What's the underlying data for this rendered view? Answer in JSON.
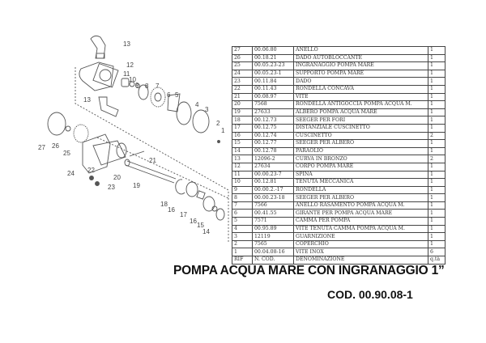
{
  "table": {
    "header": [
      "RIF",
      "N. COD.",
      "DENOMINAZIONE",
      "q.tà"
    ],
    "rows": [
      [
        "27",
        "00.06.80",
        "ANELLO",
        "1"
      ],
      [
        "26",
        "00.18.21",
        "DADO AUTOBLOCCANTE",
        "1"
      ],
      [
        "25",
        "00.05.23-23",
        "INGRANAGGIO POMPA MARE",
        "1"
      ],
      [
        "24",
        "00.05.23-1",
        "SUPPORTO POMPA MARE",
        "1"
      ],
      [
        "23",
        "00.11.84",
        "DADO",
        "1"
      ],
      [
        "22",
        "00.11.43",
        "RONDELLA CONCAVA",
        "1"
      ],
      [
        "21",
        "00.08.97",
        "VITE",
        "1"
      ],
      [
        "20",
        "7568",
        "RONDELLA ANTIGOCCIA POMPA ACQUA M.",
        "1"
      ],
      [
        "19",
        "27633",
        "ALBERO POMPA ACQUA MARE",
        "1"
      ],
      [
        "18",
        "00.12.73",
        "SEEGER PER FORI",
        "1"
      ],
      [
        "17",
        "00.12.75",
        "DISTANZIALE CUSCINETTO",
        "1"
      ],
      [
        "16",
        "00.12.74",
        "CUSCINETTO",
        "2"
      ],
      [
        "15",
        "00.12.77",
        "SEEGER PER ALBERO",
        "1"
      ],
      [
        "14",
        "00.12.78",
        "PARAOLIO",
        "1"
      ],
      [
        "13",
        "12096-2",
        "CURVA IN BRONZO",
        "2"
      ],
      [
        "12",
        "27634",
        "CORPO POMPA MARE",
        "1"
      ],
      [
        "11",
        "00.00.23-7",
        "SPINA",
        "1"
      ],
      [
        "10",
        "00.12.81",
        "TENUTA MECCANICA",
        "1"
      ],
      [
        "9",
        "00.00.2.-17",
        "RONDELLA",
        "1"
      ],
      [
        "8",
        "00.00.23-18",
        "SEEGER PER ALBERO",
        "1"
      ],
      [
        "7",
        "7566",
        "ANELLO RASAMENTO POMPA ACQUA M.",
        "1"
      ],
      [
        "6",
        "00.41.55",
        "GIRANTE PER POMPA ACQUA MARE",
        "1"
      ],
      [
        "5",
        "7571",
        "CAMMA PER POMPA",
        "1"
      ],
      [
        "4",
        "00.95.89",
        "VITE TENUTA CAMMA POMPA ACQUA M.",
        "1"
      ],
      [
        "3",
        "12119",
        "GUARNIZIONE",
        "1"
      ],
      [
        "2",
        "7565",
        "COPERCHIO",
        "1"
      ],
      [
        "1",
        "00.04.08-16",
        "VITE INOX",
        "6"
      ]
    ]
  },
  "title": "POMPA ACQUA MARE CON INGRANAGGIO 1”",
  "code": "COD. 00.90.08-1",
  "diagram": {
    "callouts": [
      "13",
      "12",
      "11",
      "10",
      "9",
      "8",
      "7",
      "6",
      "5",
      "4",
      "3",
      "2",
      "1",
      "13",
      "27",
      "26",
      "25",
      "24",
      "22",
      "23",
      "21",
      "20",
      "19",
      "18",
      "16",
      "17",
      "16",
      "15",
      "14"
    ]
  }
}
